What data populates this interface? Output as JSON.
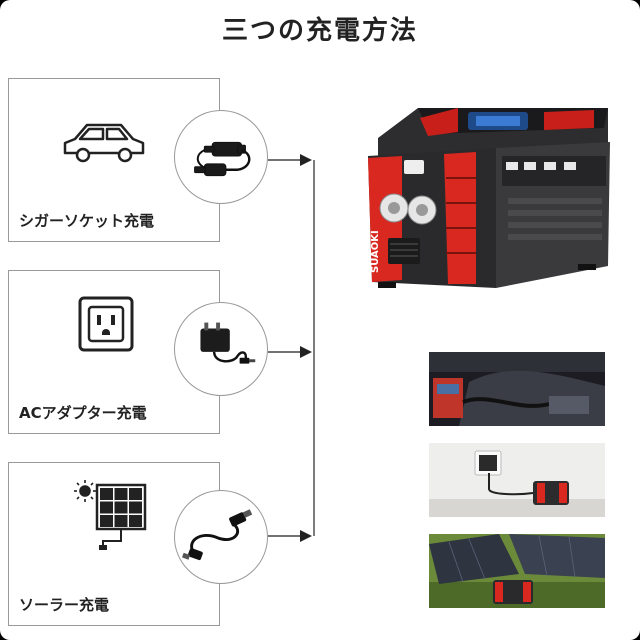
{
  "title": "三つの充電方法",
  "methods": [
    {
      "label": "シガーソケット充電",
      "icon": "car-icon",
      "accessory": "car-charger-plug-icon"
    },
    {
      "label": "ACアダプター充電",
      "icon": "wall-outlet-icon",
      "accessory": "ac-adapter-icon"
    },
    {
      "label": "ソーラー充電",
      "icon": "solar-panel-icon",
      "accessory": "usb-cable-icon"
    }
  ],
  "product": {
    "brand": "SUAOKI",
    "accent_color": "#d8281f",
    "body_color": "#2b2b2d"
  },
  "photos": [
    {
      "name": "photo-car-charging"
    },
    {
      "name": "photo-wall-adapter-charging"
    },
    {
      "name": "photo-solar-charging"
    }
  ]
}
